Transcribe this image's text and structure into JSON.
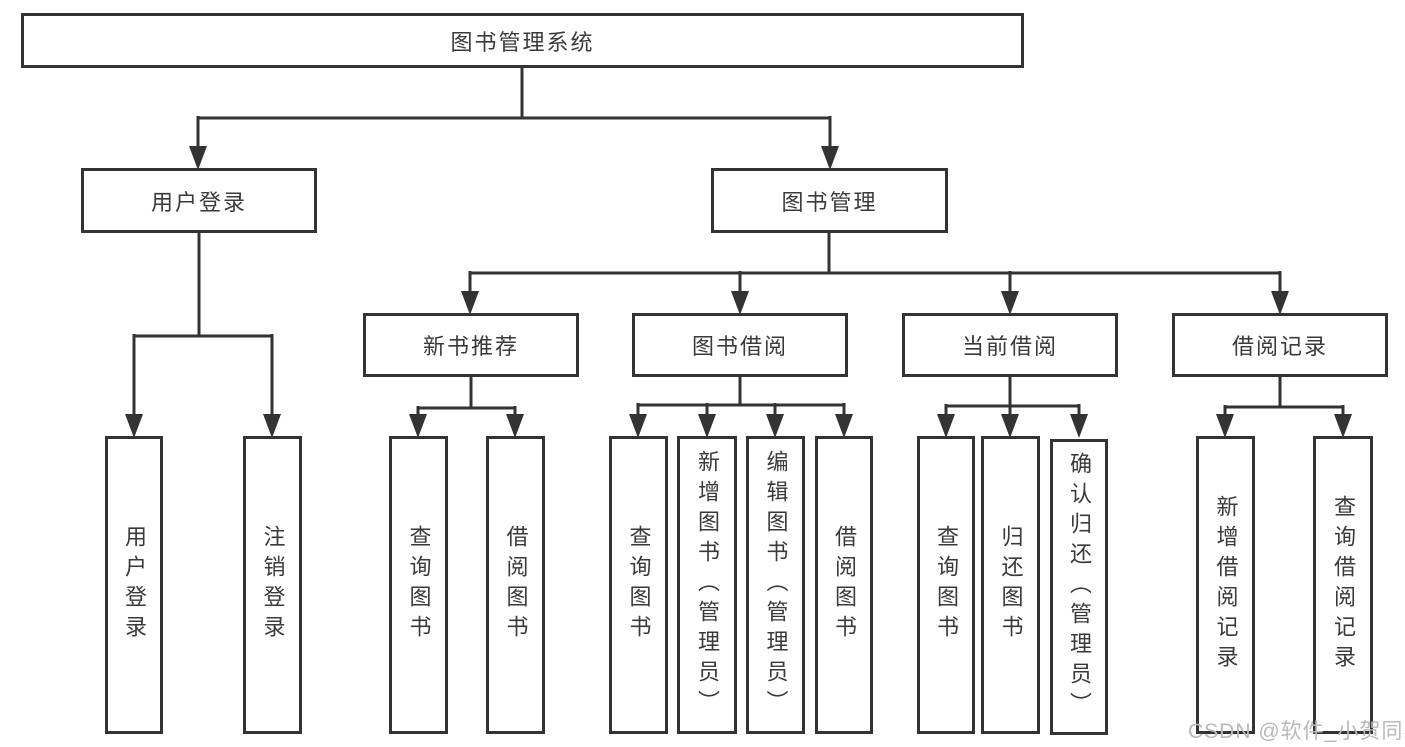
{
  "diagram": {
    "title": "图书管理系统",
    "line_color": "#333333",
    "text_color": "#3a3a3a",
    "nodes": {
      "root": {
        "label": "图书管理系统"
      },
      "user_login": {
        "label": "用户登录"
      },
      "book_mgmt": {
        "label": "图书管理"
      },
      "new_book_rec": {
        "label": "新书推荐"
      },
      "book_borrow": {
        "label": "图书借阅"
      },
      "current_borrow": {
        "label": "当前借阅"
      },
      "borrow_record": {
        "label": "借阅记录"
      },
      "leaf_user_login": {
        "label": "用户登录"
      },
      "leaf_logout": {
        "label": "注销登录"
      },
      "leaf_query_book_1": {
        "label": "查询图书"
      },
      "leaf_borrow_book_1": {
        "label": "借阅图书"
      },
      "leaf_query_book_2": {
        "label": "查询图书"
      },
      "leaf_add_book": {
        "label": "新增图书（管理员）"
      },
      "leaf_edit_book": {
        "label": "编辑图书（管理员）"
      },
      "leaf_borrow_book_2": {
        "label": "借阅图书"
      },
      "leaf_query_book_3": {
        "label": "查询图书"
      },
      "leaf_return_book": {
        "label": "归还图书"
      },
      "leaf_confirm_return": {
        "label": "确认归还（管理员）"
      },
      "leaf_add_record": {
        "label": "新增借阅记录"
      },
      "leaf_query_record": {
        "label": "查询借阅记录"
      }
    },
    "edges": [
      {
        "parent": "图书管理系统",
        "children": [
          "用户登录",
          "图书管理"
        ]
      },
      {
        "parent": "用户登录",
        "children": [
          "用户登录",
          "注销登录"
        ]
      },
      {
        "parent": "图书管理",
        "children": [
          "新书推荐",
          "图书借阅",
          "当前借阅",
          "借阅记录"
        ]
      },
      {
        "parent": "新书推荐",
        "children": [
          "查询图书",
          "借阅图书"
        ]
      },
      {
        "parent": "图书借阅",
        "children": [
          "查询图书",
          "新增图书（管理员）",
          "编辑图书（管理员）",
          "借阅图书"
        ]
      },
      {
        "parent": "当前借阅",
        "children": [
          "查询图书",
          "归还图书",
          "确认归还（管理员）"
        ]
      },
      {
        "parent": "借阅记录",
        "children": [
          "新增借阅记录",
          "查询借阅记录"
        ]
      }
    ],
    "watermark": "CSDN @软件_小贺同学"
  }
}
